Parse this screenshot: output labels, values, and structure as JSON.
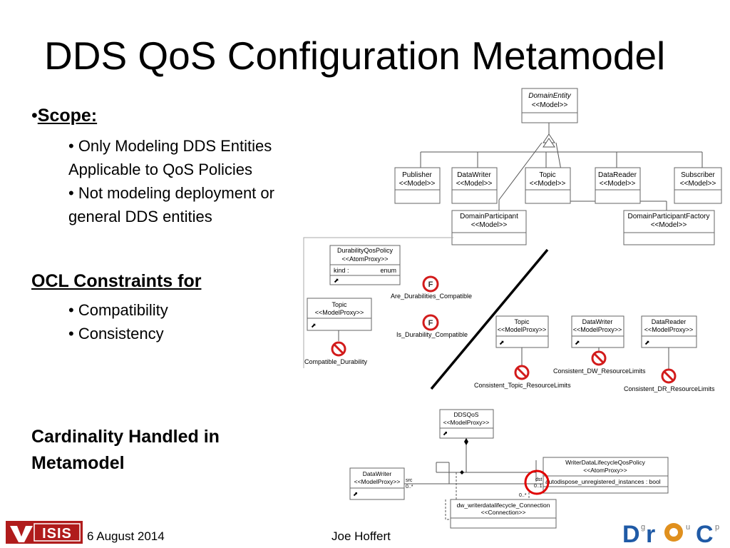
{
  "title": "DDS QoS Configuration Metamodel",
  "left": {
    "scope": {
      "bullet": "•",
      "label": "Scope:",
      "items": [
        {
          "l1": "• Only Modeling DDS Entities",
          "l2": "Applicable to QoS Policies"
        },
        {
          "l1": "• Not modeling deployment or",
          "l2": "general DDS entities"
        }
      ]
    },
    "ocl": {
      "label": "OCL Constraints for",
      "items": [
        "• Compatibility",
        "• Consistency"
      ]
    },
    "card": {
      "l1": "Cardinality Handled in",
      "l2": "Metamodel"
    }
  },
  "diagram_top": {
    "root": {
      "name": "DomainEntity",
      "stereo": "<<Model>>"
    },
    "children": [
      {
        "name": "Publisher",
        "stereo": "<<Model>>"
      },
      {
        "name": "DataWriter",
        "stereo": "<<Model>>"
      },
      {
        "name": "Topic",
        "stereo": "<<Model>>"
      },
      {
        "name": "DataReader",
        "stereo": "<<Model>>"
      },
      {
        "name": "Subscriber",
        "stereo": "<<Model>>"
      },
      {
        "name": "DomainParticipant",
        "stereo": "<<Model>>"
      },
      {
        "name": "DomainParticipantFactory",
        "stereo": "<<Model>>"
      }
    ]
  },
  "diagram_ocl": {
    "durability": {
      "name": "DurabilityQosPolicy",
      "stereo": "<<AtomProxy>>",
      "attr_name": "kind :",
      "attr_type": "enum"
    },
    "topic_left": {
      "name": "Topic",
      "stereo": "<<ModelProxy>>"
    },
    "compat_label": "Compatible_Durability",
    "are_label": "Are_Durabilities_Compatible",
    "is_label": "Is_Durability_Compatible",
    "topic_right": {
      "name": "Topic",
      "stereo": "<<ModelProxy>>"
    },
    "writer_right": {
      "name": "DataWriter",
      "stereo": "<<ModelProxy>>"
    },
    "reader_right": {
      "name": "DataReader",
      "stereo": "<<ModelProxy>>"
    },
    "c_topic": "Consistent_Topic_ResourceLimits",
    "c_dw": "Consistent_DW_ResourceLimits",
    "c_dr": "Consistent_DR_ResourceLimits",
    "f_glyph": "F"
  },
  "diagram_card": {
    "ddsqos": {
      "name": "DDSQoS",
      "stereo": "<<ModelProxy>>"
    },
    "writer": {
      "name": "DataWriter",
      "stereo": "<<ModelProxy>>"
    },
    "policy": {
      "name": "WriterDataLifecycleQosPolicy",
      "stereo": "<<AtomProxy>>",
      "attr": "autodispose_unregistered_instances : bool"
    },
    "conn": {
      "name": "dw_writerdatalifecycle_Connection",
      "stereo": "<<Connection>>"
    },
    "src": "src",
    "src_mult": "0..*",
    "dst": "dst",
    "dst_mult": "0..1",
    "bottom_mult": "0..*"
  },
  "footer": {
    "date": "6 August 2014",
    "author": "Joe Hoffert",
    "logo_letters": [
      "D",
      "r",
      "C"
    ],
    "logo_small": [
      "g",
      "u",
      "p"
    ],
    "isis": "ISIS",
    "colors": {
      "logo_red": "#b01c1c",
      "doc_blue": "#1f5aa6",
      "doc_orange": "#e0901e"
    }
  }
}
